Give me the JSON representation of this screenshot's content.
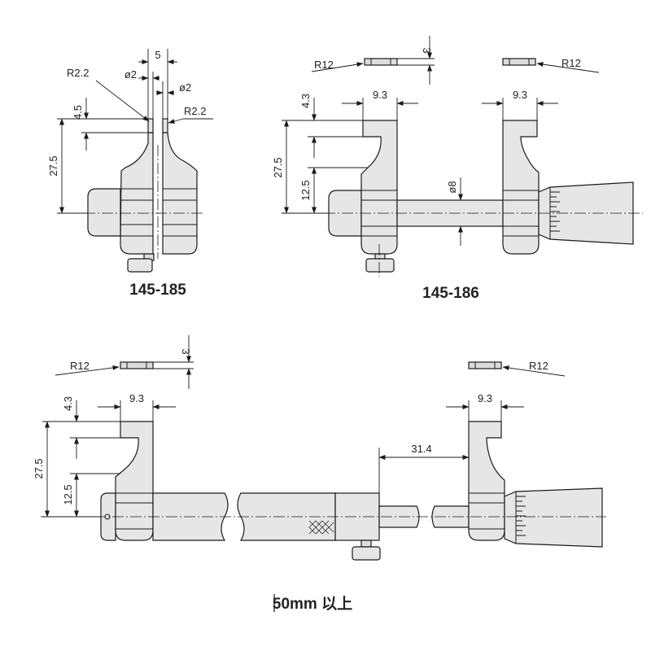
{
  "figure_145_185": {
    "caption": "145-185",
    "dims": {
      "width_5": "5",
      "dia_2_left": "ø2",
      "dia_2_right": "ø2",
      "radius_left": "R2.2",
      "radius_right": "R2.2",
      "height_4_5": "4.5",
      "height_27_5": "27.5"
    }
  },
  "figure_145_186": {
    "caption": "145-186",
    "dims": {
      "radius_left": "R12",
      "radius_right": "R12",
      "thickness_3": "3",
      "height_4_3": "4.3",
      "width_9_3_left": "9.3",
      "width_9_3_right": "9.3",
      "height_27_5": "27.5",
      "height_12_5": "12.5",
      "dia_8": "ø8"
    }
  },
  "figure_50mm": {
    "caption_prefix": "5",
    "caption_suffix": "0mm 以上",
    "dims": {
      "radius_left": "R12",
      "radius_right": "R12",
      "thickness_3": "3",
      "height_4_3": "4.3",
      "width_9_3_left": "9.3",
      "width_9_3_right": "9.3",
      "height_27_5": "27.5",
      "height_12_5": "12.5",
      "length_31_4": "31.4"
    }
  }
}
